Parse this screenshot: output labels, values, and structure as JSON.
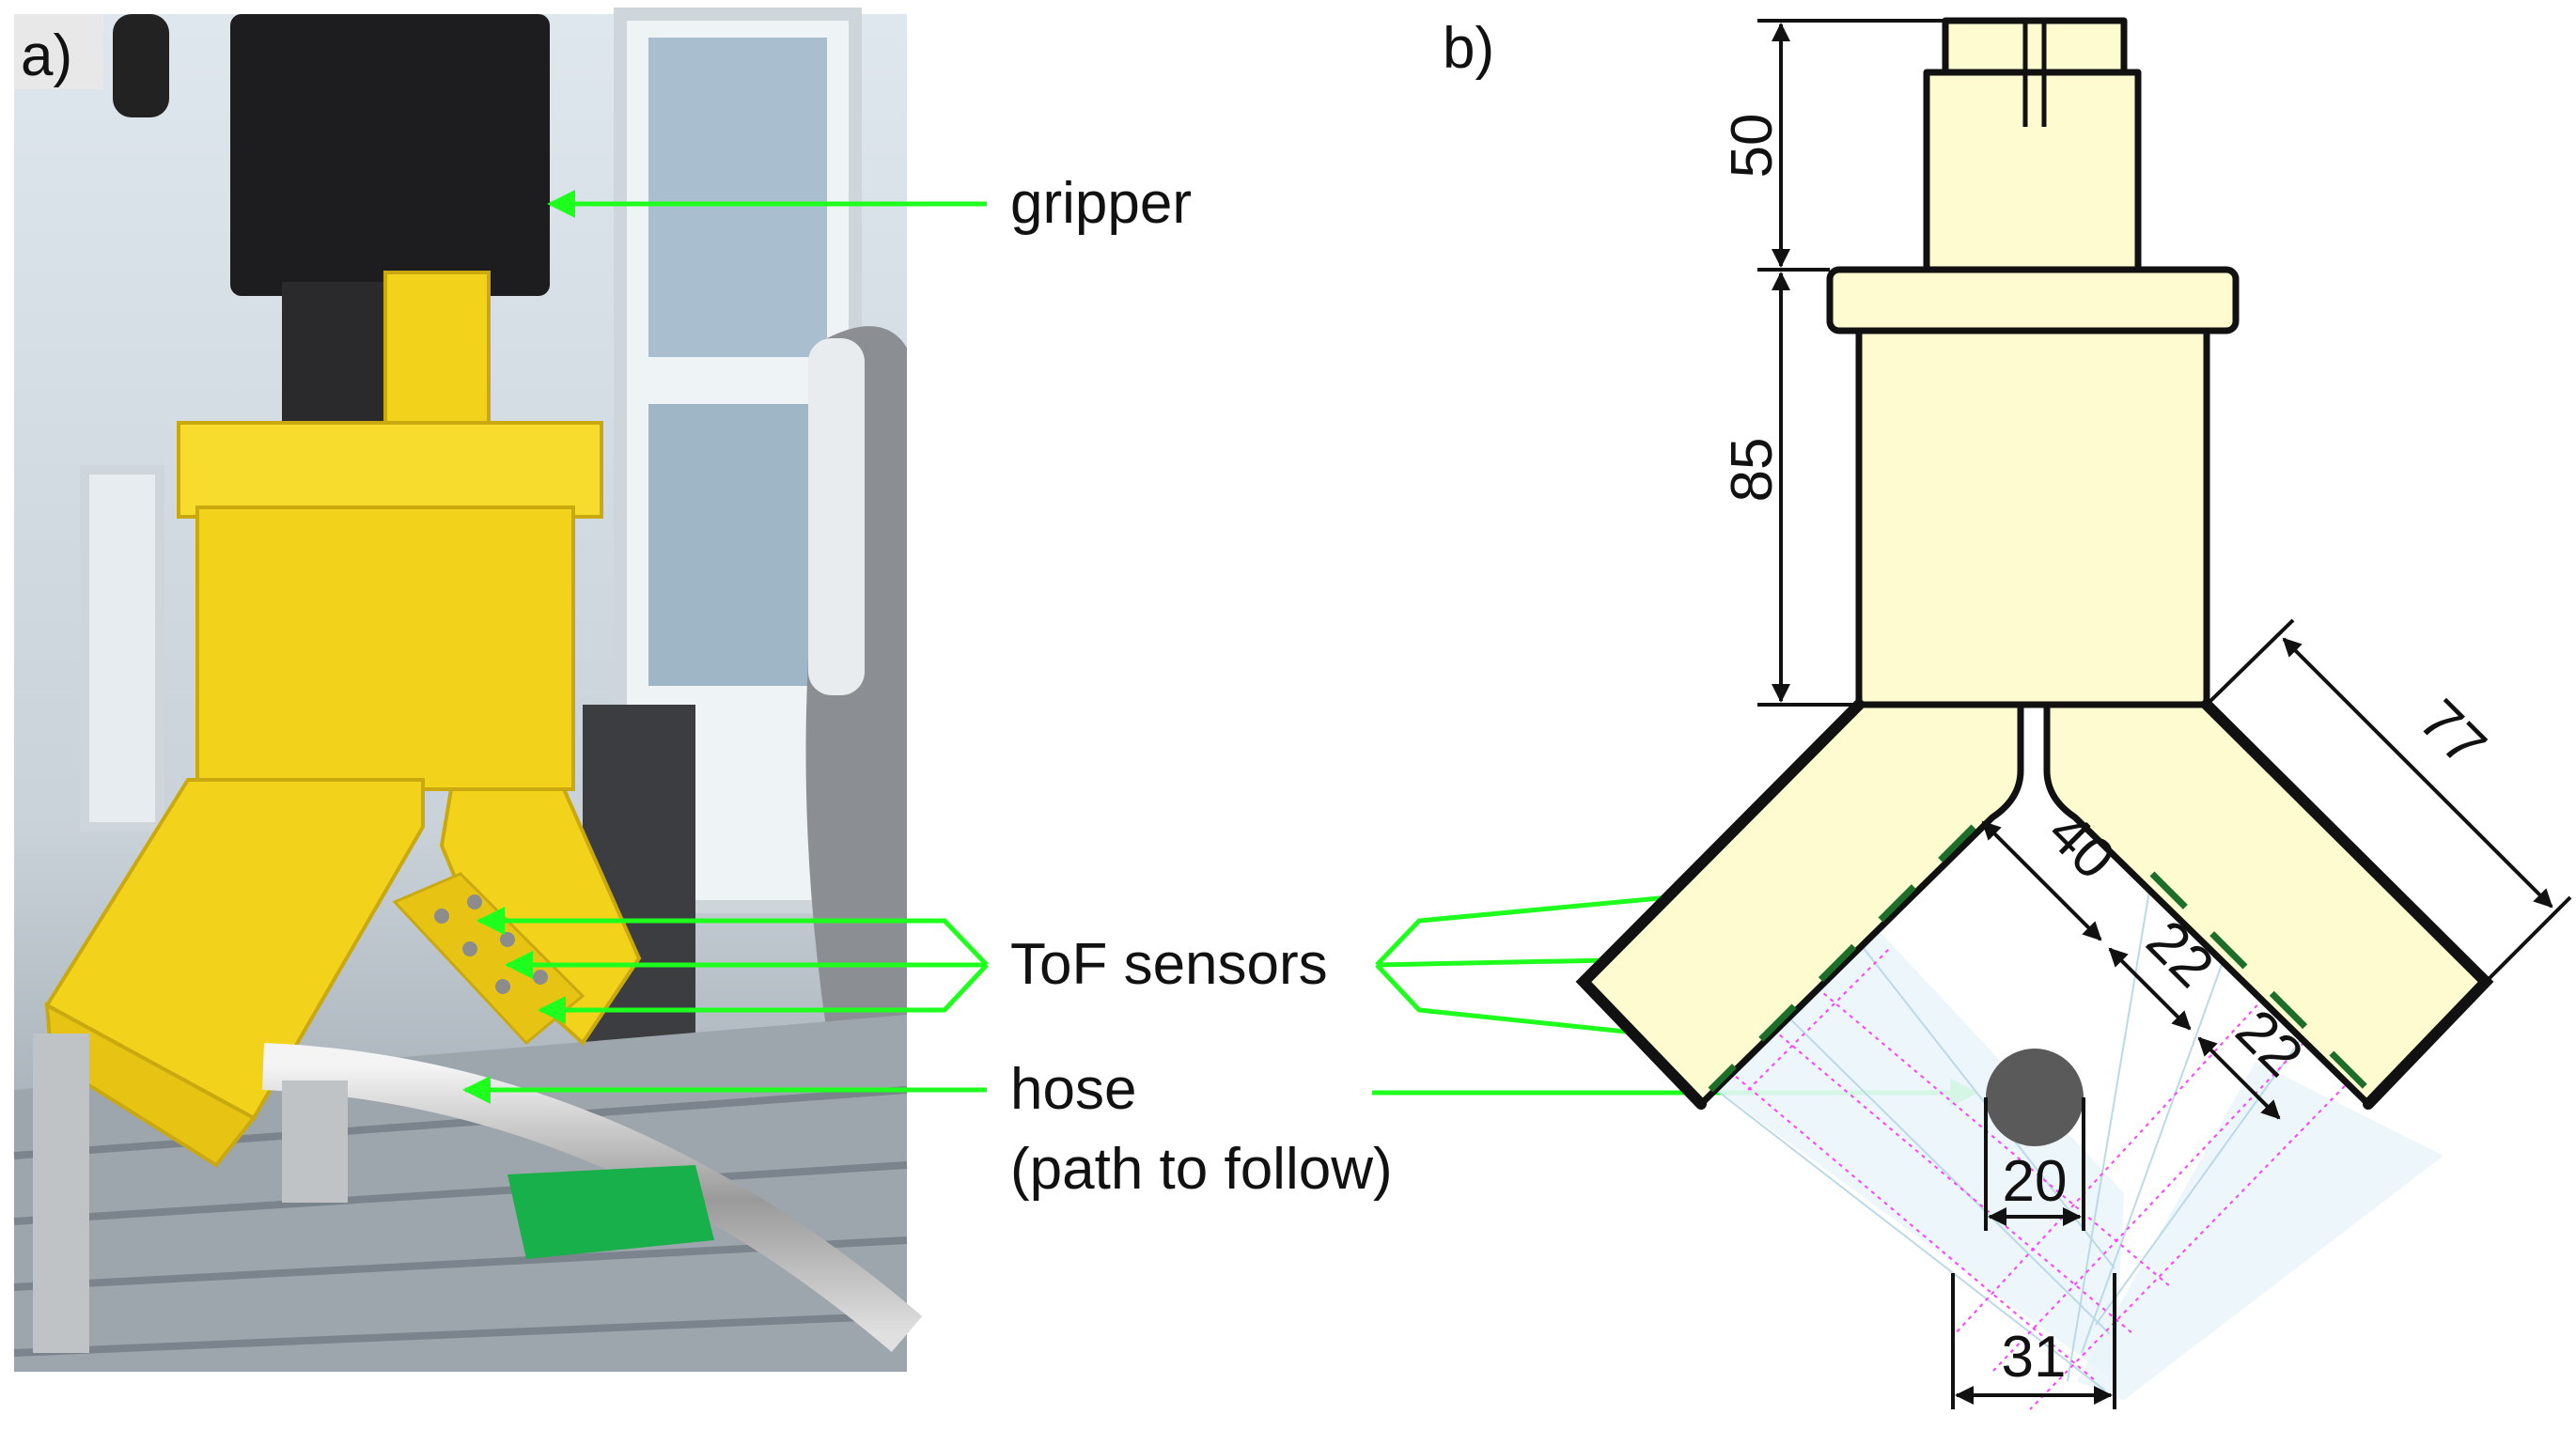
{
  "panels": {
    "a_label": "a)",
    "b_label": "b)"
  },
  "annotations": {
    "gripper": "gripper",
    "tof_sensors": "ToF sensors",
    "hose_line1": "hose",
    "hose_line2": "(path to follow)"
  },
  "dimensions": {
    "top_height": "50",
    "body_height": "85",
    "arm_length": "77",
    "inner_offset": "40",
    "sensor_spacing_1": "22",
    "sensor_spacing_2": "22",
    "hose_diameter": "20",
    "gap_width": "31"
  },
  "colors": {
    "arrow": "#1eff1e",
    "body_fill": "#fefbd0",
    "sensor_marks": "#1c6e2a",
    "grid": "#ff40ff",
    "hose_disc": "#5a5a5a",
    "photo_yellow": "#f2d21a"
  }
}
